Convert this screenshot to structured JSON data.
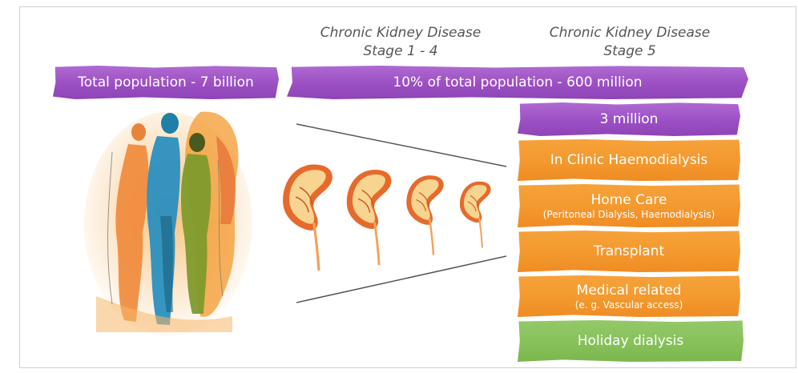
{
  "headings": {
    "stage_1_4": {
      "line1": "Chronic Kidney Disease",
      "line2": "Stage 1 - 4"
    },
    "stage_5": {
      "line1": "Chronic Kidney Disease",
      "line2": "Stage 5"
    }
  },
  "bands": {
    "total_population": "Total population - 7 billion",
    "ckd_population": "10% of total population - 600 million",
    "stage5_population": "3 million",
    "in_clinic": "In Clinic Haemodialysis",
    "home_care": {
      "main": "Home Care",
      "sub": "(Peritoneal Dialysis, Haemodialysis)"
    },
    "transplant": "Transplant",
    "medical_related": {
      "main": "Medical related",
      "sub": "(e. g. Vascular access)"
    },
    "holiday": "Holiday dialysis"
  },
  "icons": {
    "people": "people-watercolor-illustration",
    "kidney": "kidney-watercolor-icon"
  },
  "colors": {
    "purple": "#9b4fc3",
    "orange": "#f39a2f",
    "green": "#86c15a",
    "heading_text": "#555555"
  }
}
